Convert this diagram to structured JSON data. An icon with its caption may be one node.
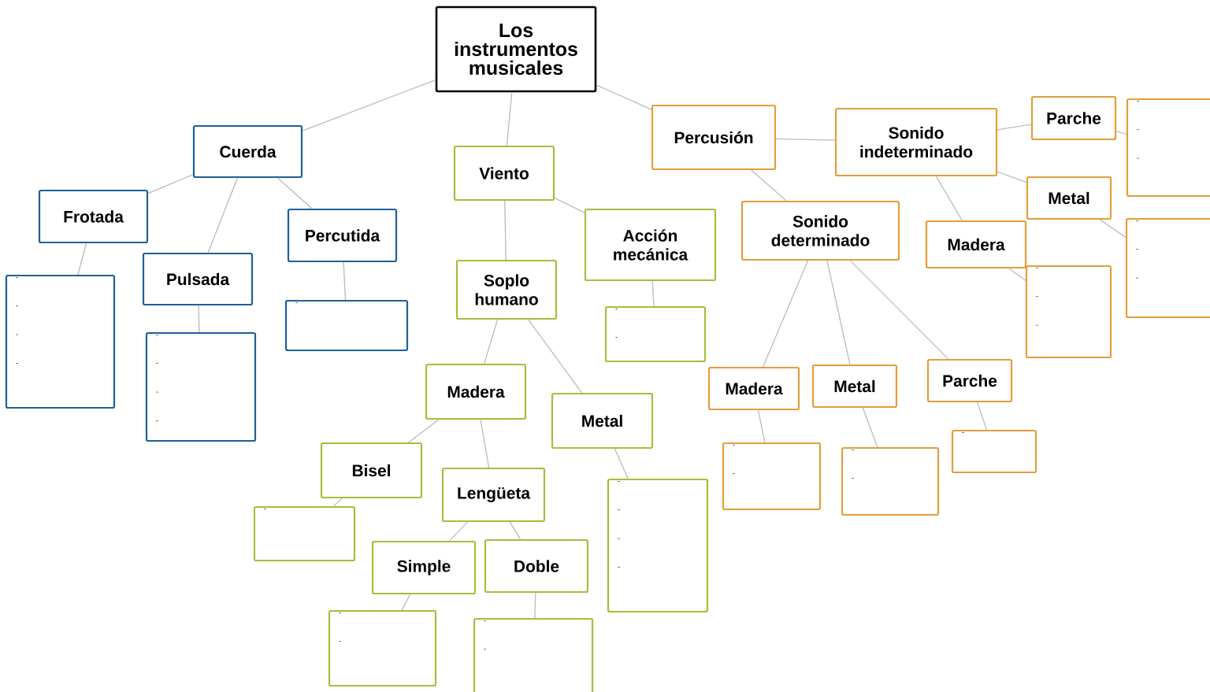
{
  "diagram": {
    "nodes": [
      {
        "text": [
          "Los instrumentos musicales"
        ]
      },
      {
        "text": [
          "Cuerda"
        ]
      },
      {
        "text": [
          "Frotada"
        ]
      },
      {
        "text": [
          "-",
          "-",
          "-",
          "-"
        ]
      },
      {
        "text": [
          "Pulsada"
        ]
      },
      {
        "text": [
          "-",
          "-",
          "-",
          "-"
        ]
      },
      {
        "text": [
          "Percutida"
        ]
      },
      {
        "text": [
          "-"
        ]
      },
      {
        "text": [
          "Viento"
        ]
      },
      {
        "text": [
          "Acción mecánica"
        ]
      },
      {
        "text": [
          "-",
          "-"
        ]
      },
      {
        "text": [
          "Soplo humano"
        ]
      },
      {
        "text": [
          "Madera"
        ]
      },
      {
        "text": [
          "Metal"
        ]
      },
      {
        "text": [
          "-",
          "-",
          "-",
          "-"
        ]
      },
      {
        "text": [
          "Bisel"
        ]
      },
      {
        "text": [
          "-"
        ]
      },
      {
        "text": [
          "Lengüeta"
        ]
      },
      {
        "text": [
          "Simple"
        ]
      },
      {
        "text": [
          "-",
          "-"
        ]
      },
      {
        "text": [
          "Doble"
        ]
      },
      {
        "text": [
          "-",
          "-"
        ]
      },
      {
        "text": [
          "Percusión"
        ]
      },
      {
        "text": [
          "Sonido indeterminado"
        ]
      },
      {
        "text": [
          "Parche"
        ]
      },
      {
        "text": [
          "-",
          "-",
          "-"
        ]
      },
      {
        "text": [
          "Metal"
        ]
      },
      {
        "text": [
          "-",
          "-",
          "-"
        ]
      },
      {
        "text": [
          "Madera"
        ]
      },
      {
        "text": [
          "-",
          "-",
          "-"
        ]
      },
      {
        "text": [
          "Sonido determinado"
        ]
      },
      {
        "text": [
          "Madera"
        ]
      },
      {
        "text": [
          "-",
          "-"
        ]
      },
      {
        "text": [
          "Metal"
        ]
      },
      {
        "text": [
          "-",
          "-"
        ]
      },
      {
        "text": [
          "Parche"
        ]
      },
      {
        "text": [
          "-"
        ]
      }
    ],
    "edges": [
      {
        "from": 0,
        "to": 1,
        "arrow": "none"
      },
      {
        "from": 0,
        "to": 8,
        "arrow": "none"
      },
      {
        "from": 0,
        "to": 22,
        "arrow": "none"
      },
      {
        "from": 1,
        "to": 2,
        "arrow": "none"
      },
      {
        "from": 1,
        "to": 4,
        "arrow": "none"
      },
      {
        "from": 1,
        "to": 6,
        "arrow": "none"
      },
      {
        "from": 2,
        "to": 3,
        "arrow": "none"
      },
      {
        "from": 4,
        "to": 5,
        "arrow": "none"
      },
      {
        "from": 6,
        "to": 7,
        "arrow": "none"
      },
      {
        "from": 8,
        "to": 9,
        "arrow": "none"
      },
      {
        "from": 8,
        "to": 11,
        "arrow": "none"
      },
      {
        "from": 9,
        "to": 10,
        "arrow": "none"
      },
      {
        "from": 11,
        "to": 12,
        "arrow": "none"
      },
      {
        "from": 11,
        "to": 13,
        "arrow": "none"
      },
      {
        "from": 13,
        "to": 14,
        "arrow": "none"
      },
      {
        "from": 12,
        "to": 15,
        "arrow": "none"
      },
      {
        "from": 12,
        "to": 17,
        "arrow": "none"
      },
      {
        "from": 15,
        "to": 16,
        "arrow": "none"
      },
      {
        "from": 17,
        "to": 18,
        "arrow": "none"
      },
      {
        "from": 17,
        "to": 20,
        "arrow": "none"
      },
      {
        "from": 18,
        "to": 19,
        "arrow": "none"
      },
      {
        "from": 20,
        "to": 21,
        "arrow": "none"
      },
      {
        "from": 22,
        "to": 23,
        "arrow": "none"
      },
      {
        "from": 22,
        "to": 30,
        "arrow": "none"
      },
      {
        "from": 23,
        "to": 24,
        "arrow": "none"
      },
      {
        "from": 23,
        "to": 26,
        "arrow": "none"
      },
      {
        "from": 23,
        "to": 28,
        "arrow": "none"
      },
      {
        "from": 24,
        "to": 25,
        "arrow": "none"
      },
      {
        "from": 26,
        "to": 27,
        "arrow": "none"
      },
      {
        "from": 28,
        "to": 29,
        "arrow": "none"
      },
      {
        "from": 30,
        "to": 31,
        "arrow": "none"
      },
      {
        "from": 30,
        "to": 33,
        "arrow": "none"
      },
      {
        "from": 30,
        "to": 35,
        "arrow": "none"
      },
      {
        "from": 31,
        "to": 32,
        "arrow": "none"
      },
      {
        "from": 33,
        "to": 34,
        "arrow": "none"
      },
      {
        "from": 35,
        "to": 36,
        "arrow": "none"
      }
    ]
  }
}
